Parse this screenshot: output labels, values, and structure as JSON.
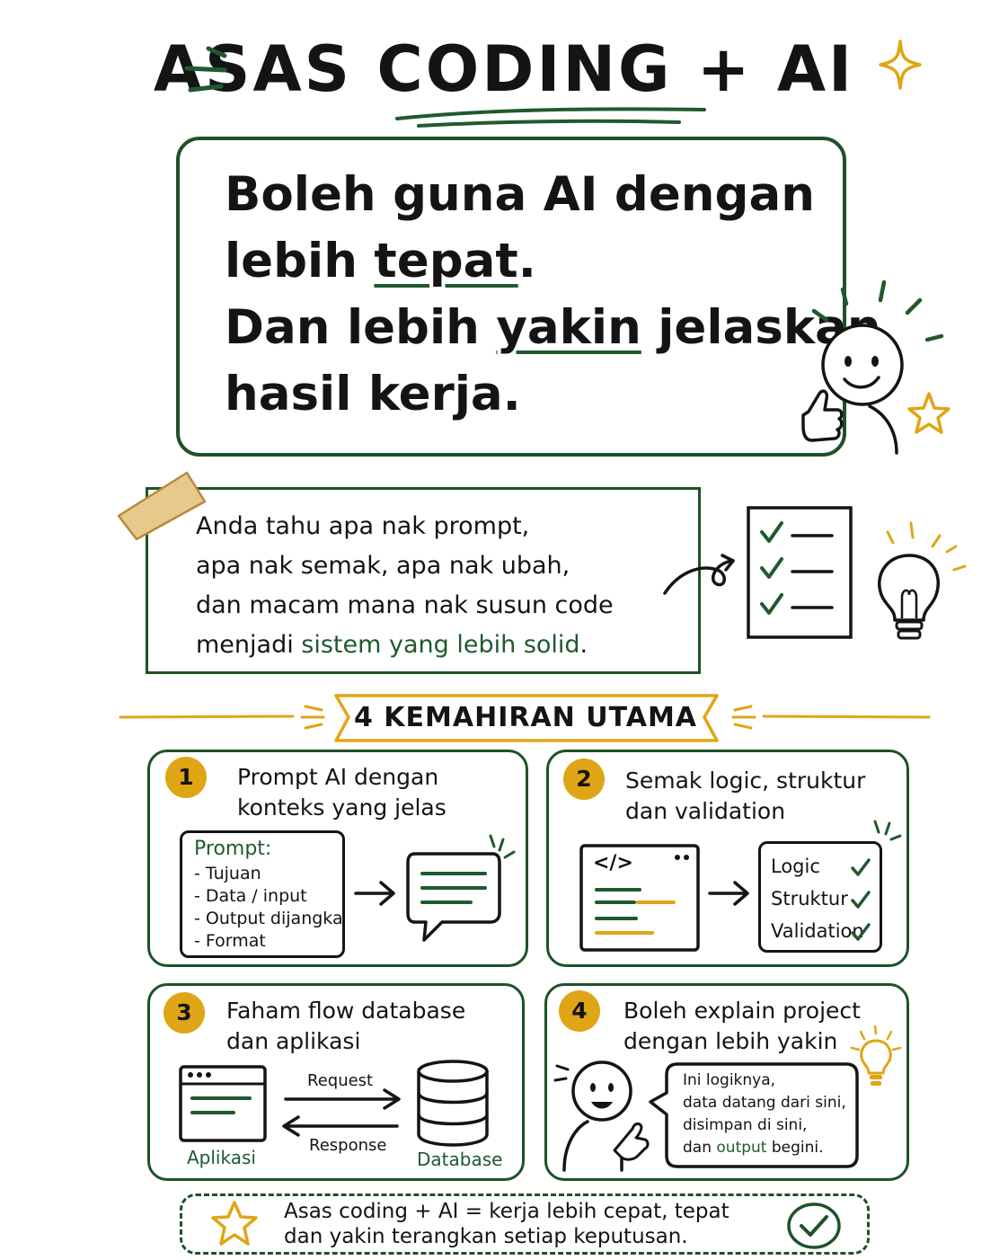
{
  "title": "ASAS CODING + AI",
  "hero": {
    "line1": "Boleh guna AI dengan",
    "line2_pre": "lebih ",
    "line2_em": "tepat",
    "line2_post": ".",
    "line3_pre": "Dan lebih ",
    "line3_em": "yakin",
    "line3_post": " jelaskan",
    "line4": "hasil kerja."
  },
  "intro": {
    "line1": "Anda tahu apa nak prompt,",
    "line2": "apa nak semak, apa nak ubah,",
    "line3": "dan macam mana nak susun code",
    "line4_pre": "menjadi ",
    "line4_em": "sistem yang lebih solid",
    "line4_post": "."
  },
  "section_title": "4 KEMAHIRAN UTAMA",
  "cards": [
    {
      "number": "1",
      "title1": "Prompt AI dengan",
      "title2": "konteks yang jelas",
      "prompt_label": "Prompt:",
      "items": [
        "- Tujuan",
        "- Data / input",
        "- Output dijangka",
        "- Format"
      ]
    },
    {
      "number": "2",
      "title1": "Semak logic, struktur",
      "title2": "dan validation",
      "code_icon": "</>",
      "checks": [
        "Logic",
        "Struktur",
        "Validation"
      ]
    },
    {
      "number": "3",
      "title1": "Faham flow database",
      "title2": "dan aplikasi",
      "request": "Request",
      "response": "Response",
      "app_label": "Aplikasi",
      "db_label": "Database"
    },
    {
      "number": "4",
      "title1": "Boleh explain project",
      "title2": "dengan lebih yakin",
      "speech1": "Ini logiknya,",
      "speech2": "data datang dari sini,",
      "speech3": "disimpan di sini,",
      "speech4_pre": "dan ",
      "speech4_em": "output",
      "speech4_post": " begini."
    }
  ],
  "footer": {
    "line1": "Asas coding + AI = kerja lebih cepat, tepat",
    "line2": "dan yakin terangkan setiap keputusan."
  },
  "colors": {
    "green": "#1f5128",
    "gold": "#e0a516",
    "ink": "#141414"
  }
}
